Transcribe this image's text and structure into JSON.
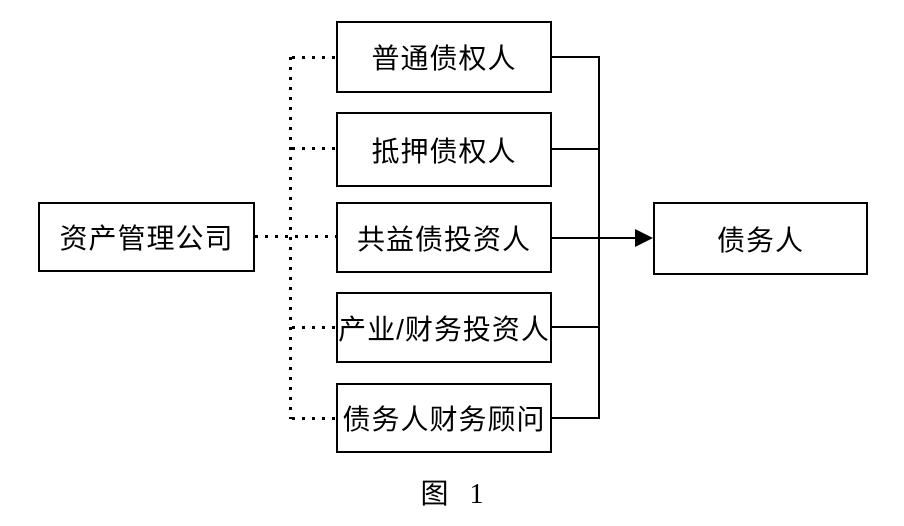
{
  "figure": {
    "caption": "图 1",
    "source": {
      "label": "资产管理公司"
    },
    "intermediaries": [
      {
        "label": "普通债权人"
      },
      {
        "label": "抵押债权人"
      },
      {
        "label": "共益债投资人"
      },
      {
        "label": "产业/财务投资人"
      },
      {
        "label": "债务人财务顾问"
      }
    ],
    "target": {
      "label": "债务人"
    },
    "colors": {
      "line": "#000000",
      "text": "#000000",
      "box_background": "#ffffff",
      "page_background": "#ffffff"
    }
  }
}
